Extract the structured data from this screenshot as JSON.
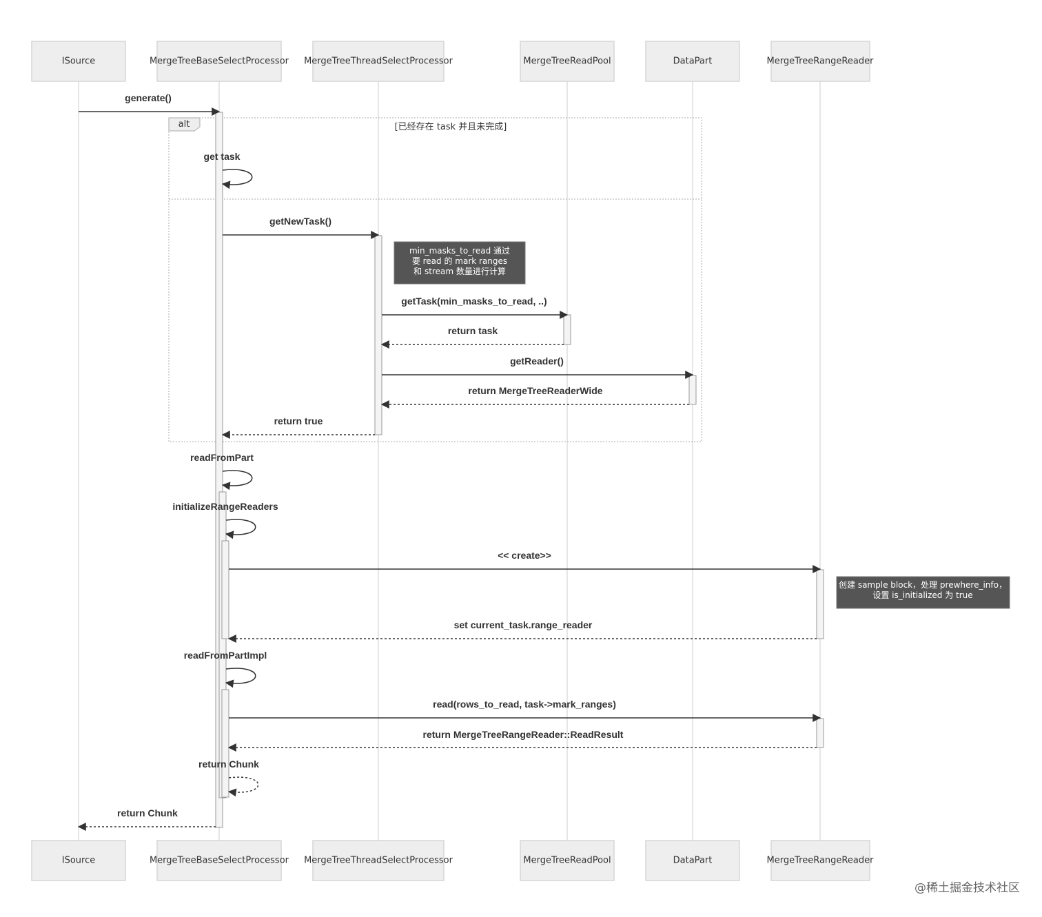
{
  "actors": [
    {
      "id": "isource",
      "label": "ISource"
    },
    {
      "id": "base",
      "label": "MergeTreeBaseSelectProcessor"
    },
    {
      "id": "thread",
      "label": "MergeTreeThreadSelectProcessor"
    },
    {
      "id": "pool",
      "label": "MergeTreeReadPool"
    },
    {
      "id": "datapart",
      "label": "DataPart"
    },
    {
      "id": "range",
      "label": "MergeTreeRangeReader"
    }
  ],
  "alt_block": {
    "tag": "alt",
    "condition": "[已经存在 task 并且未完成]"
  },
  "messages": [
    {
      "id": "generate",
      "label": "generate()",
      "from": "isource",
      "to": "base",
      "kind": "sync"
    },
    {
      "id": "get-task",
      "label": "get task",
      "from": "base",
      "to": "base",
      "kind": "self"
    },
    {
      "id": "get-new-task",
      "label": "getNewTask()",
      "from": "base",
      "to": "thread",
      "kind": "sync"
    },
    {
      "id": "get-task-min",
      "label": "getTask(min_masks_to_read, ..)",
      "from": "thread",
      "to": "pool",
      "kind": "sync"
    },
    {
      "id": "return-task",
      "label": "return task",
      "from": "pool",
      "to": "thread",
      "kind": "return"
    },
    {
      "id": "get-reader",
      "label": "getReader()",
      "from": "thread",
      "to": "datapart",
      "kind": "sync"
    },
    {
      "id": "return-reader-wide",
      "label": "return MergeTreeReaderWide",
      "from": "datapart",
      "to": "thread",
      "kind": "return"
    },
    {
      "id": "return-true",
      "label": "return true",
      "from": "thread",
      "to": "base",
      "kind": "return"
    },
    {
      "id": "read-from-part",
      "label": "readFromPart",
      "from": "base",
      "to": "base",
      "kind": "self"
    },
    {
      "id": "initialize-range-readers",
      "label": "initializeRangeReaders",
      "from": "base",
      "to": "base",
      "kind": "self"
    },
    {
      "id": "create",
      "label": "<< create>>",
      "from": "base",
      "to": "range",
      "kind": "sync"
    },
    {
      "id": "set-range-reader",
      "label": "set current_task.range_reader",
      "from": "range",
      "to": "base",
      "kind": "return"
    },
    {
      "id": "read-from-part-impl",
      "label": "readFromPartImpl",
      "from": "base",
      "to": "base",
      "kind": "self"
    },
    {
      "id": "read-rows",
      "label": "read(rows_to_read, task->mark_ranges)",
      "from": "base",
      "to": "range",
      "kind": "sync"
    },
    {
      "id": "return-read-result",
      "label": "return MergeTreeRangeReader::ReadResult",
      "from": "range",
      "to": "base",
      "kind": "return"
    },
    {
      "id": "return-chunk-self",
      "label": "return Chunk",
      "from": "base",
      "to": "base",
      "kind": "self-return"
    },
    {
      "id": "return-chunk",
      "label": "return Chunk",
      "from": "base",
      "to": "isource",
      "kind": "return"
    }
  ],
  "notes": [
    {
      "id": "note-min-masks",
      "lines": [
        "min_masks_to_read 通过",
        "要 read 的 mark ranges",
        "和 stream 数量进行计算"
      ]
    },
    {
      "id": "note-create-sample",
      "lines": [
        "创建 sample block，处理 prewhere_info，",
        "设置 is_initialized 为 true"
      ]
    }
  ],
  "watermark": "@稀土掘金技术社区"
}
